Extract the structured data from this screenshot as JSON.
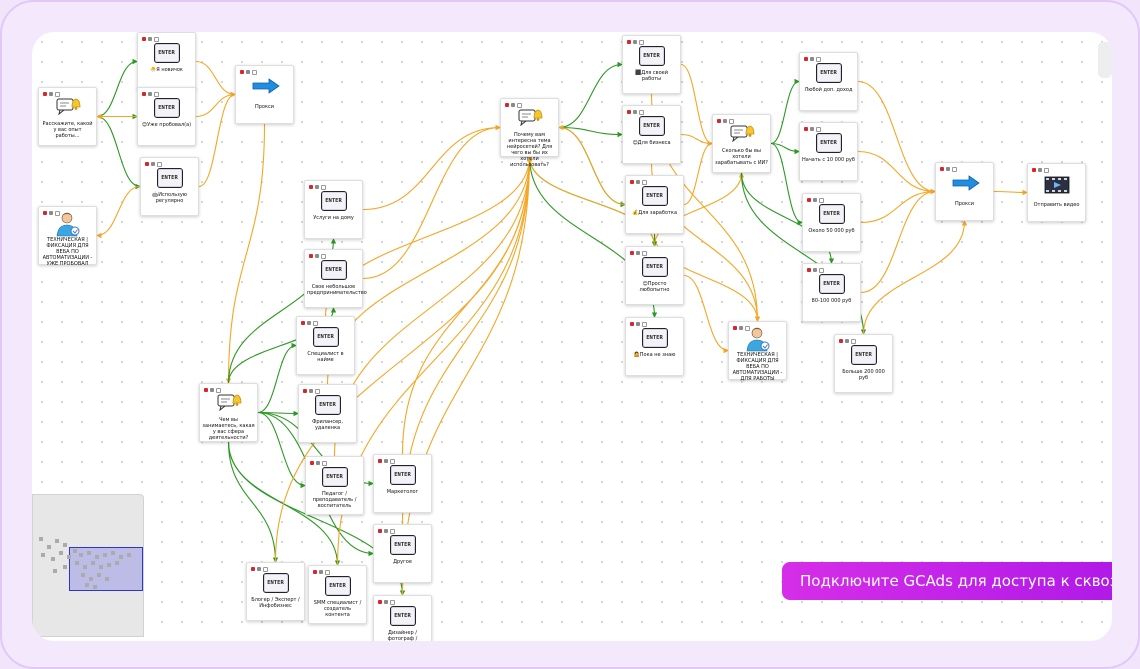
{
  "nodes": [
    {
      "id": "n-beginner",
      "kind": "enter",
      "label": "🐣Я новичок"
    },
    {
      "id": "n-experience-q",
      "kind": "question",
      "label": "Расскажите, какой у вас опыт работы..."
    },
    {
      "id": "n-tried",
      "kind": "enter",
      "label": "😊Уже пробовал(а)"
    },
    {
      "id": "n-proxy-1",
      "kind": "proxy",
      "label": "Прокси"
    },
    {
      "id": "n-use-regularly",
      "kind": "enter",
      "label": "🤖Использую регулярно"
    },
    {
      "id": "n-tech-tried",
      "kind": "user",
      "label": "ТЕХНИЧЕСКАЯ | ФИКСАЦИЯ ДЛЯ ВЕБА ПО АВТОМАТИЗАЦИИ - УЖЕ ПРОБОВАЛ"
    },
    {
      "id": "n-services",
      "kind": "enter",
      "label": "Услуги на дому"
    },
    {
      "id": "n-small-business",
      "kind": "enter",
      "label": "Свое небольшое предпринимательство"
    },
    {
      "id": "n-hired",
      "kind": "enter",
      "label": "Специалист в найме"
    },
    {
      "id": "n-occupation-q",
      "kind": "question",
      "label": "Чем вы занимаетесь, какая у вас сфера деятельности?"
    },
    {
      "id": "n-freelance",
      "kind": "enter",
      "label": "Фрилансер, удаленка"
    },
    {
      "id": "n-teacher",
      "kind": "enter",
      "label": "Педагог / преподаватель / воспитатель"
    },
    {
      "id": "n-marketer",
      "kind": "enter",
      "label": "Маркетолог"
    },
    {
      "id": "n-other",
      "kind": "enter",
      "label": "Другое"
    },
    {
      "id": "n-blogger",
      "kind": "enter",
      "label": "Блогер / Эксперт / Инфобизнес"
    },
    {
      "id": "n-smm",
      "kind": "enter",
      "label": "SMM специалист / создатель контента"
    },
    {
      "id": "n-designer",
      "kind": "enter",
      "label": "Дизайнер / фотограф /"
    },
    {
      "id": "n-interest-q",
      "kind": "question",
      "label": "Почему вам интересна тема нейросетей? Для чего вы бы их хотели использовать?"
    },
    {
      "id": "n-own-work",
      "kind": "enter",
      "label": "⬛Для своей работы"
    },
    {
      "id": "n-business",
      "kind": "enter",
      "label": "😊Для бизнеса"
    },
    {
      "id": "n-earning",
      "kind": "enter",
      "label": "💰Для заработка"
    },
    {
      "id": "n-curiosity",
      "kind": "enter",
      "label": "😊Просто любопытно"
    },
    {
      "id": "n-dont-know",
      "kind": "enter",
      "label": "🤷Пока не знаю"
    },
    {
      "id": "n-tech-work",
      "kind": "user",
      "label": "ТЕХНИЧЕСКАЯ | ФИКСАЦИЯ ДЛЯ ВЕБА ПО АВТОМАТИЗАЦИИ - ДЛЯ РАБОТЫ"
    },
    {
      "id": "n-earn-q",
      "kind": "question",
      "label": "Сколько бы вы хотели зарабатывать с ИИ?"
    },
    {
      "id": "n-any-income",
      "kind": "enter",
      "label": "Любой доп. доход"
    },
    {
      "id": "n-from-10k",
      "kind": "enter",
      "label": "Начать с 10 000 руб"
    },
    {
      "id": "n-about-50k",
      "kind": "enter",
      "label": "Около 50 000 руб"
    },
    {
      "id": "n-80-100k",
      "kind": "enter",
      "label": "80-100 000 руб"
    },
    {
      "id": "n-over-200k",
      "kind": "enter",
      "label": "Больше 200 000 руб"
    },
    {
      "id": "n-proxy-2",
      "kind": "proxy",
      "label": "Прокси"
    },
    {
      "id": "n-send-video",
      "kind": "video",
      "label": "Отправить видео"
    }
  ],
  "edges": [
    [
      "n-experience-q",
      "n-beginner",
      "green"
    ],
    [
      "n-experience-q",
      "n-tried",
      "green"
    ],
    [
      "n-experience-q",
      "n-use-regularly",
      "green"
    ],
    [
      "n-beginner",
      "n-proxy-1",
      "orange"
    ],
    [
      "n-tried",
      "n-proxy-1",
      "orange"
    ],
    [
      "n-use-regularly",
      "n-proxy-1",
      "orange"
    ],
    [
      "n-tried",
      "n-experience-q",
      "orange"
    ],
    [
      "n-use-regularly",
      "n-tech-tried",
      "orange"
    ],
    [
      "n-proxy-1",
      "n-occupation-q",
      "orange"
    ],
    [
      "n-occupation-q",
      "n-services",
      "green"
    ],
    [
      "n-occupation-q",
      "n-small-business",
      "green"
    ],
    [
      "n-occupation-q",
      "n-hired",
      "green"
    ],
    [
      "n-occupation-q",
      "n-freelance",
      "green"
    ],
    [
      "n-occupation-q",
      "n-teacher",
      "green"
    ],
    [
      "n-occupation-q",
      "n-marketer",
      "green"
    ],
    [
      "n-occupation-q",
      "n-other",
      "green"
    ],
    [
      "n-occupation-q",
      "n-blogger",
      "green"
    ],
    [
      "n-occupation-q",
      "n-smm",
      "green"
    ],
    [
      "n-occupation-q",
      "n-designer",
      "green"
    ],
    [
      "n-services",
      "n-interest-q",
      "orange"
    ],
    [
      "n-small-business",
      "n-interest-q",
      "orange"
    ],
    [
      "n-hired",
      "n-interest-q",
      "orange"
    ],
    [
      "n-freelance",
      "n-interest-q",
      "orange"
    ],
    [
      "n-teacher",
      "n-interest-q",
      "orange"
    ],
    [
      "n-marketer",
      "n-interest-q",
      "orange"
    ],
    [
      "n-other",
      "n-interest-q",
      "orange"
    ],
    [
      "n-blogger",
      "n-interest-q",
      "orange"
    ],
    [
      "n-smm",
      "n-interest-q",
      "orange"
    ],
    [
      "n-designer",
      "n-interest-q",
      "orange"
    ],
    [
      "n-interest-q",
      "n-own-work",
      "green"
    ],
    [
      "n-interest-q",
      "n-business",
      "green"
    ],
    [
      "n-interest-q",
      "n-earning",
      "green"
    ],
    [
      "n-interest-q",
      "n-curiosity",
      "green"
    ],
    [
      "n-interest-q",
      "n-dont-know",
      "green"
    ],
    [
      "n-own-work",
      "n-earn-q",
      "orange"
    ],
    [
      "n-business",
      "n-earn-q",
      "orange"
    ],
    [
      "n-earning",
      "n-earn-q",
      "orange"
    ],
    [
      "n-curiosity",
      "n-earn-q",
      "orange"
    ],
    [
      "n-own-work",
      "n-tech-work",
      "orange"
    ],
    [
      "n-business",
      "n-tech-work",
      "orange"
    ],
    [
      "n-earning",
      "n-tech-work",
      "orange"
    ],
    [
      "n-curiosity",
      "n-tech-work",
      "orange"
    ],
    [
      "n-earn-q",
      "n-any-income",
      "green"
    ],
    [
      "n-earn-q",
      "n-from-10k",
      "green"
    ],
    [
      "n-earn-q",
      "n-about-50k",
      "green"
    ],
    [
      "n-earn-q",
      "n-80-100k",
      "green"
    ],
    [
      "n-earn-q",
      "n-over-200k",
      "green"
    ],
    [
      "n-any-income",
      "n-proxy-2",
      "orange"
    ],
    [
      "n-from-10k",
      "n-proxy-2",
      "orange"
    ],
    [
      "n-about-50k",
      "n-proxy-2",
      "orange"
    ],
    [
      "n-80-100k",
      "n-proxy-2",
      "orange"
    ],
    [
      "n-over-200k",
      "n-proxy-2",
      "orange"
    ],
    [
      "n-proxy-2",
      "n-send-video",
      "orange"
    ],
    [
      "n-earning",
      "n-curiosity",
      "green"
    ],
    [
      "n-earning",
      "n-interest-q",
      "orange"
    ],
    [
      "n-curiosity",
      "n-interest-q",
      "orange"
    ]
  ],
  "colors": {
    "green": "#2c9a23",
    "orange": "#f5a623",
    "accent": "#c120e8"
  },
  "banner": {
    "text": "Подключите GCAds для доступа к сквозной"
  }
}
